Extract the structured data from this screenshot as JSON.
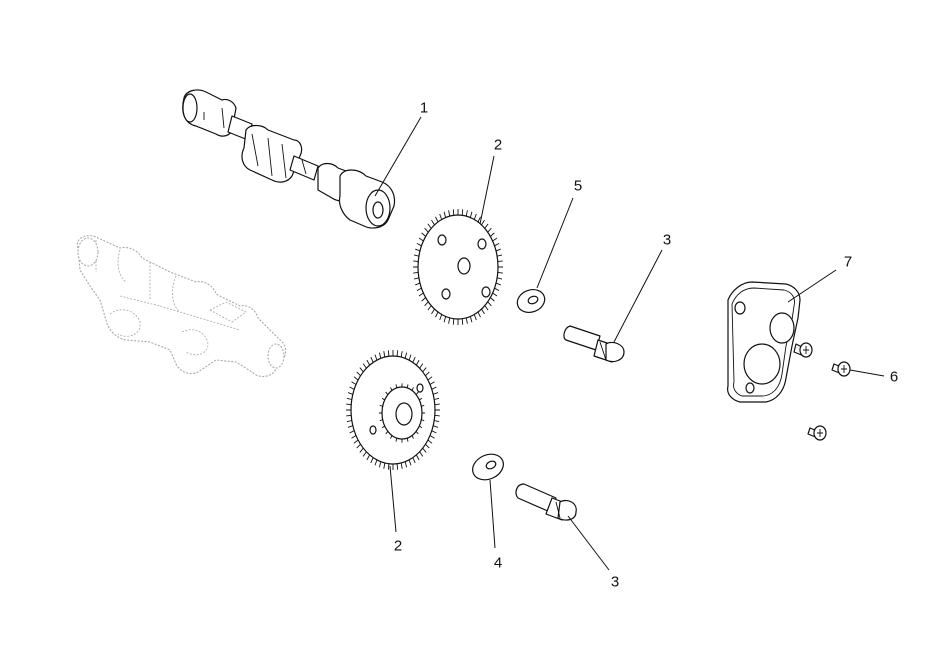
{
  "callouts": [
    {
      "id": "c1",
      "label": "1"
    },
    {
      "id": "c2a",
      "label": "2"
    },
    {
      "id": "c5",
      "label": "5"
    },
    {
      "id": "c3a",
      "label": "3"
    },
    {
      "id": "c7",
      "label": "7"
    },
    {
      "id": "c6",
      "label": "6"
    },
    {
      "id": "c2b",
      "label": "2"
    },
    {
      "id": "c4",
      "label": "4"
    },
    {
      "id": "c3b",
      "label": "3"
    }
  ],
  "colors": {
    "line": "#111111",
    "ghost": "#a8a8a8",
    "background": "#ffffff"
  }
}
